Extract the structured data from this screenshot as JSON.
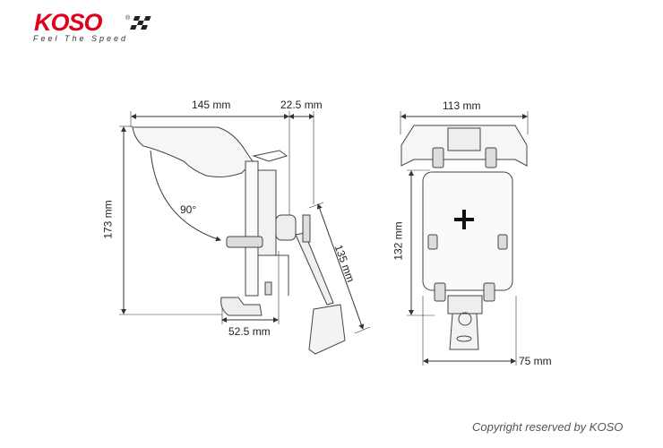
{
  "brand": {
    "name": "KOSO",
    "tagline": "Feel The Speed",
    "color": "#e0001b"
  },
  "side_view": {
    "width_label": "145 mm",
    "offset_label": "22.5 mm",
    "height_label": "173 mm",
    "angle_label": "90°",
    "base_label": "52.5 mm",
    "arm_label": "135 mm"
  },
  "front_view": {
    "width_label": "113 mm",
    "height_label": "132 mm",
    "base_label": "75 mm"
  },
  "footer": {
    "copyright": "Copyright reserved by KOSO"
  }
}
